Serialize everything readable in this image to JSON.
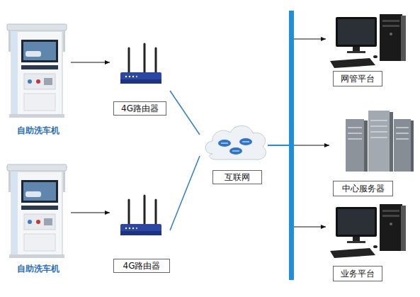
{
  "diagram": {
    "nodes": [
      {
        "text": [
          "自助洗车机"
        ]
      },
      {
        "text": [
          "4G路由器"
        ]
      },
      {
        "text": [
          "自助洗车机"
        ]
      },
      {
        "text": [
          "4G路由器"
        ]
      },
      {
        "text": [
          "互联网"
        ]
      },
      {
        "text": [
          "网管平台"
        ]
      },
      {
        "text": [
          "中心服务器"
        ]
      },
      {
        "text": [
          "业务平台"
        ]
      }
    ],
    "edges": [
      {
        "from": 0,
        "to": 1,
        "arrow": "to"
      },
      {
        "from": 2,
        "to": 3,
        "arrow": "to"
      },
      {
        "from": 1,
        "to": 4,
        "arrow": "none"
      },
      {
        "from": 3,
        "to": 4,
        "arrow": "none"
      },
      {
        "from": 4,
        "to": 5,
        "arrow": "to"
      },
      {
        "from": 4,
        "to": 6,
        "arrow": "to"
      },
      {
        "from": 4,
        "to": 7,
        "arrow": "to"
      }
    ]
  }
}
